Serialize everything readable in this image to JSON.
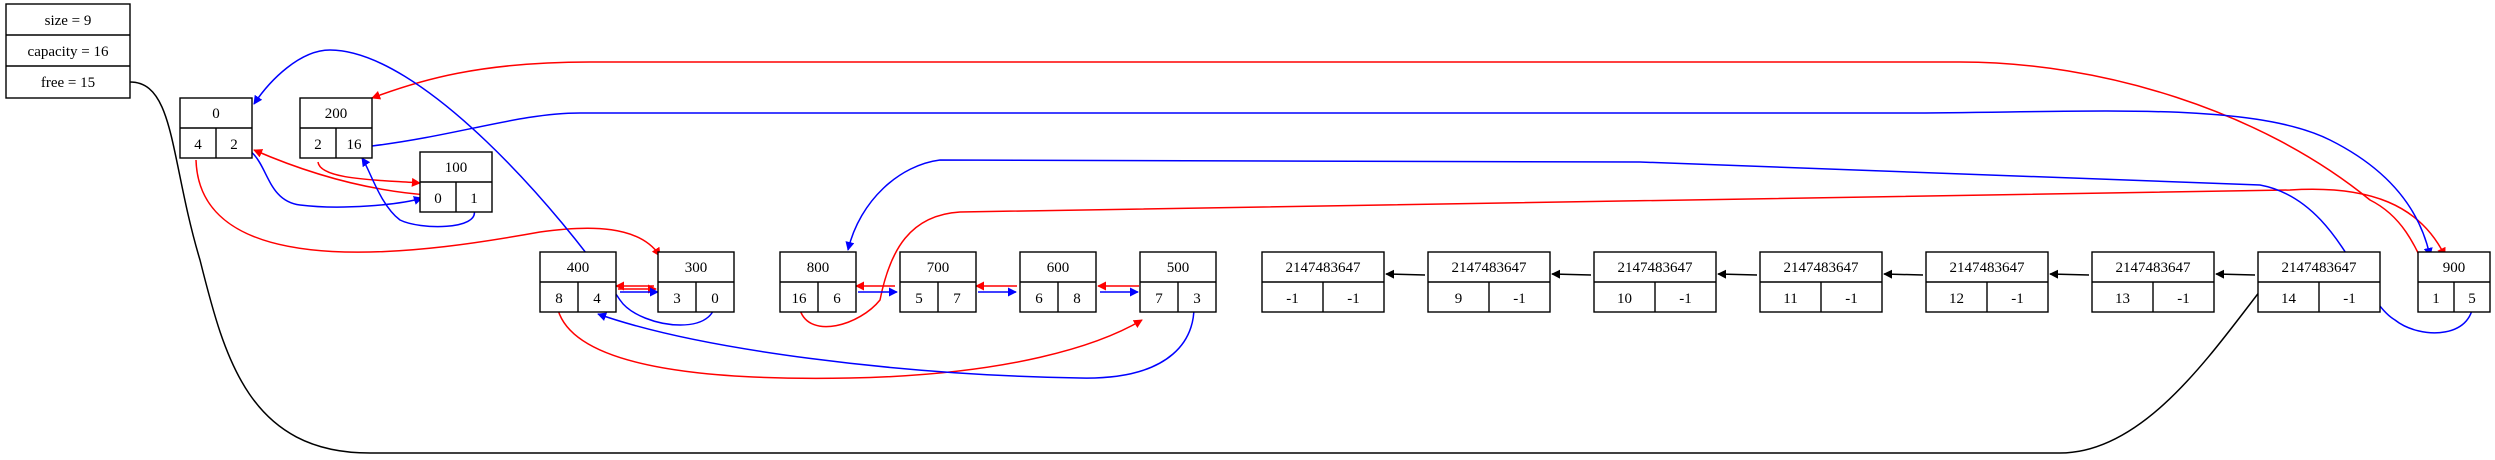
{
  "colors": {
    "next": "#ff0000",
    "prev": "#0000ff",
    "free_link": "#000000",
    "box": "#000000",
    "bg": "#ffffff"
  },
  "header": {
    "size": "size = 9",
    "capacity": "capacity = 16",
    "free": "free = 15"
  },
  "nodes": [
    {
      "id": "0",
      "value": "0",
      "next": "4",
      "prev": "2"
    },
    {
      "id": "200",
      "value": "200",
      "next": "2",
      "prev": "16"
    },
    {
      "id": "100",
      "value": "100",
      "next": "0",
      "prev": "1"
    },
    {
      "id": "400",
      "value": "400",
      "next": "8",
      "prev": "4"
    },
    {
      "id": "300",
      "value": "300",
      "next": "3",
      "prev": "0"
    },
    {
      "id": "800",
      "value": "800",
      "next": "16",
      "prev": "6"
    },
    {
      "id": "700",
      "value": "700",
      "next": "5",
      "prev": "7"
    },
    {
      "id": "600",
      "value": "600",
      "next": "6",
      "prev": "8"
    },
    {
      "id": "500",
      "value": "500",
      "next": "7",
      "prev": "3"
    },
    {
      "id": "f9",
      "value": "2147483647",
      "next": "-1",
      "prev": "-1"
    },
    {
      "id": "f10",
      "value": "2147483647",
      "next": "9",
      "prev": "-1"
    },
    {
      "id": "f11",
      "value": "2147483647",
      "next": "10",
      "prev": "-1"
    },
    {
      "id": "f12",
      "value": "2147483647",
      "next": "11",
      "prev": "-1"
    },
    {
      "id": "f13",
      "value": "2147483647",
      "next": "12",
      "prev": "-1"
    },
    {
      "id": "f14",
      "value": "2147483647",
      "next": "13",
      "prev": "-1"
    },
    {
      "id": "f15",
      "value": "2147483647",
      "next": "14",
      "prev": "-1"
    },
    {
      "id": "900",
      "value": "900",
      "next": "1",
      "prev": "5"
    }
  ]
}
